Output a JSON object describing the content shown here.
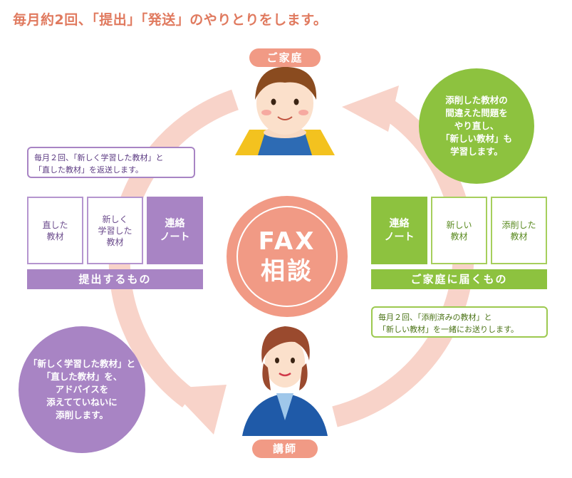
{
  "headline": "毎月約2回、「提出」「発送」のやりとりをします。",
  "roles": {
    "home": "ご家庭",
    "teacher": "講師"
  },
  "center": {
    "line1": "FAX",
    "line2": "相談"
  },
  "submit_note": {
    "lines": [
      "毎月２回、「新しく学習した教材」と",
      "「直した教材」を返送します。"
    ]
  },
  "submit_cards": [
    {
      "lines": [
        "直した",
        "教材"
      ]
    },
    {
      "lines": [
        "新しく",
        "学習した",
        "教材"
      ]
    },
    {
      "lines": [
        "連絡",
        "ノート"
      ]
    }
  ],
  "submit_band": "提出するもの",
  "deliver_cards": [
    {
      "lines": [
        "連絡",
        "ノート"
      ]
    },
    {
      "lines": [
        "新しい",
        "教材"
      ]
    },
    {
      "lines": [
        "添削した",
        "教材"
      ]
    }
  ],
  "deliver_band": "ご家庭に届くもの",
  "deliver_note": {
    "lines": [
      "毎月２回、「添削済みの教材」と",
      "「新しい教材」を一緒にお送りします。"
    ]
  },
  "home_bubble": {
    "lines": [
      "添削した教材の",
      "間違えた問題を",
      "やり直し、",
      "「新しい教材」も",
      "学習します。"
    ]
  },
  "teacher_bubble": {
    "lines": [
      "「新しく学習した教材」と",
      "「直した教材」を、",
      "アドバイスを",
      "添えてていねいに",
      "添削します。"
    ]
  },
  "colors": {
    "accent_salmon": "#f19a85",
    "cycle_arrow": "#f8d3c9",
    "purple": "#a884c4",
    "green": "#8dc23f",
    "headline": "#e07a5f"
  }
}
